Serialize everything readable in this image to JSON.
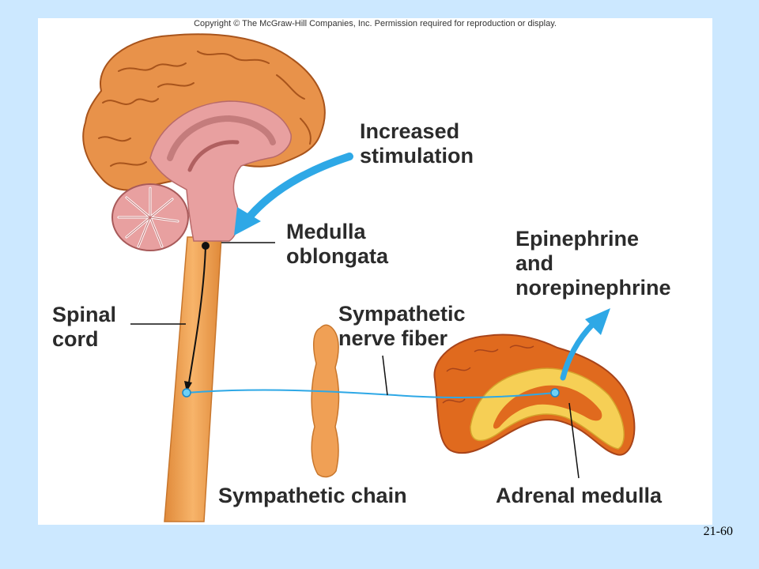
{
  "copyright": "Copyright © The McGraw-Hill Companies, Inc. Permission required for reproduction or display.",
  "labels": {
    "increased_stimulation_1": "Increased",
    "increased_stimulation_2": "stimulation",
    "medulla_1": "Medulla",
    "medulla_2": "oblongata",
    "epinephrine_1": "Epinephrine",
    "epinephrine_2": "and",
    "epinephrine_3": "norepinephrine",
    "spinal_1": "Spinal",
    "spinal_2": "cord",
    "sympathetic_fiber_1": "Sympathetic",
    "sympathetic_fiber_2": "nerve fiber",
    "sympathetic_chain": "Sympathetic chain",
    "adrenal_medulla": "Adrenal medulla"
  },
  "slide_number": "21-60",
  "colors": {
    "background": "#cce8ff",
    "cerebrum": "#e8924a",
    "brainstem": "#e49a9a",
    "spinal_cord": "#f0a055",
    "nerve": "#3ab0e6",
    "adrenal_cortex": "#f6cf55",
    "adrenal_medulla": "#e06a1e"
  }
}
